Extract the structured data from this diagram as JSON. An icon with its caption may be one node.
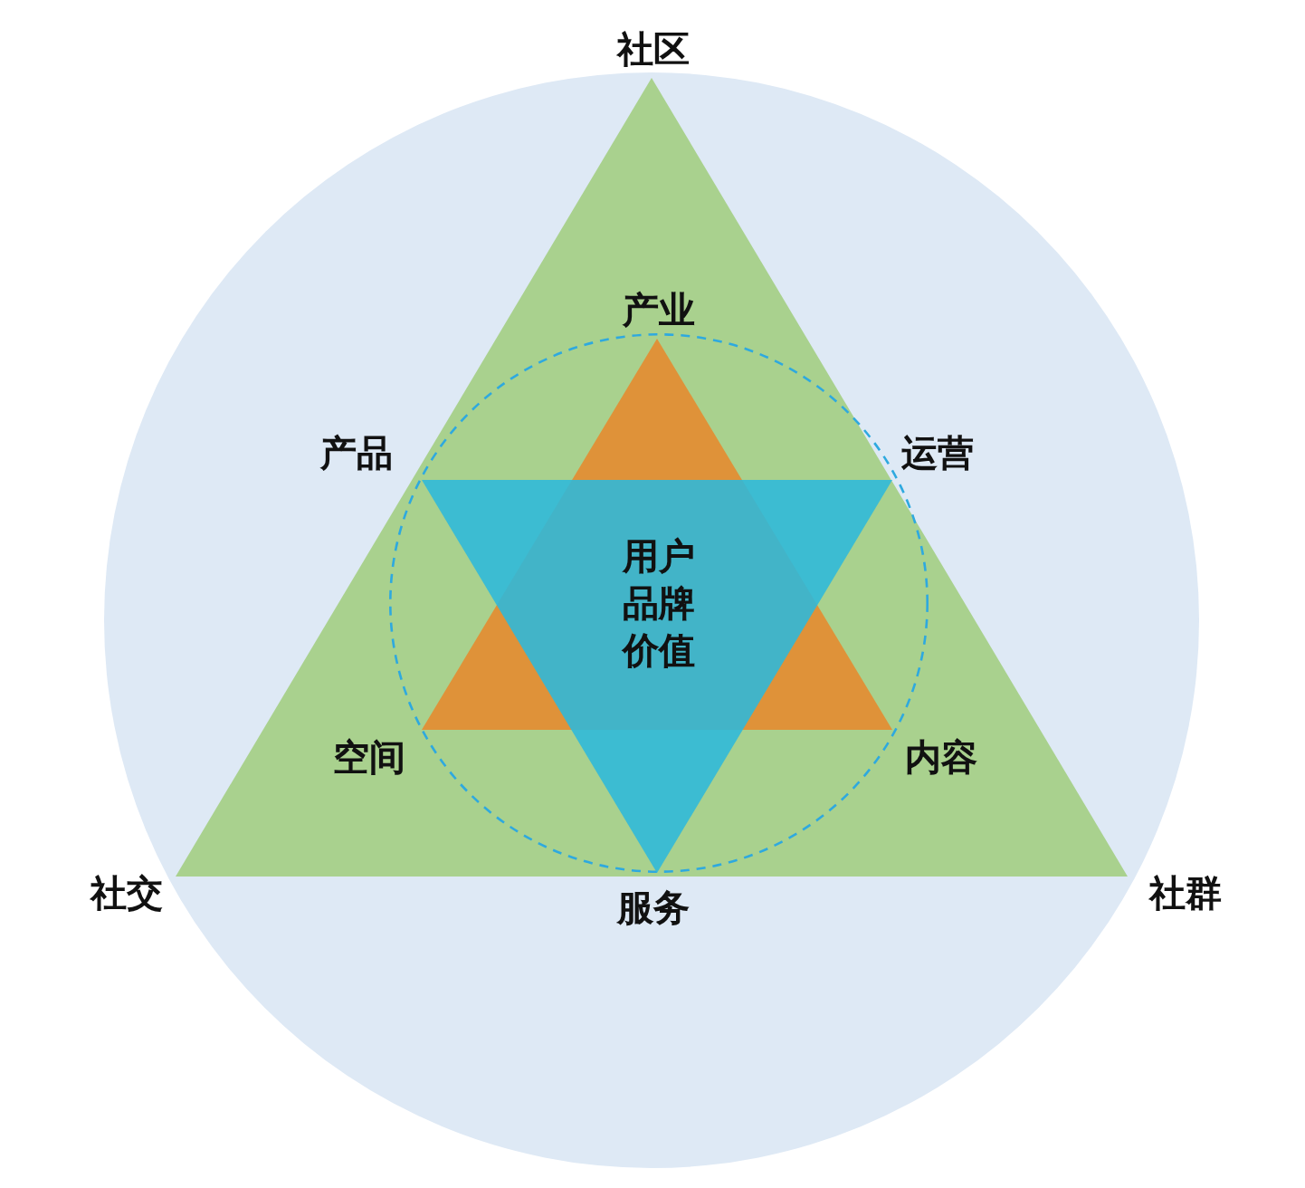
{
  "diagram": {
    "nodes": [
      {
        "text": [],
        "shape": "circle"
      },
      {
        "text": [],
        "shape": "triangle",
        "in": 0,
        "beside": [
          "社区",
          "社交",
          "社群"
        ]
      },
      {
        "text": [],
        "shape": "circle",
        "in": 1
      },
      {
        "text": [],
        "shape": "triangle",
        "in": 2,
        "beside": [
          "产业",
          "空间",
          "内容"
        ]
      },
      {
        "text": [],
        "shape": "triangle",
        "in": 2,
        "beside": [
          "产品",
          "运营",
          "服务"
        ]
      }
    ],
    "labels": [
      "用户品牌价值"
    ]
  }
}
